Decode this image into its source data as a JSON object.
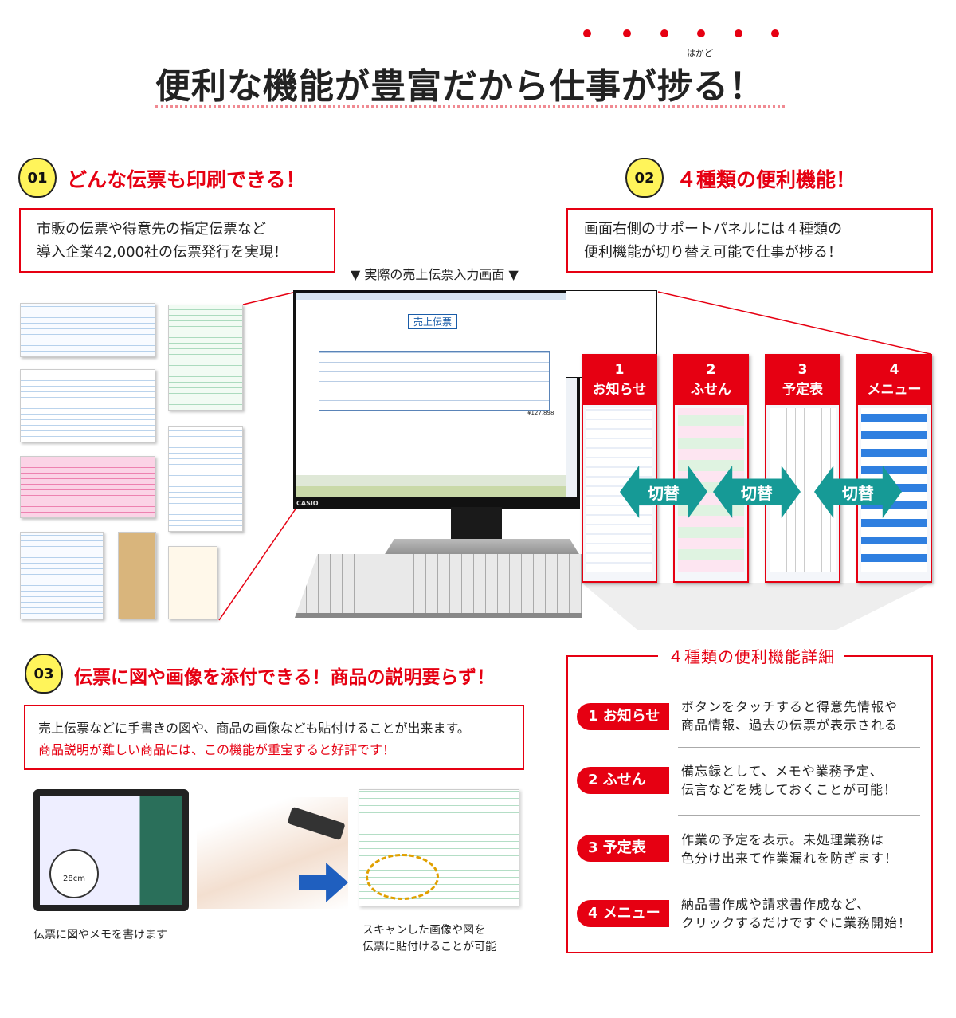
{
  "header": {
    "title": "便利な機能が豊富だから仕事が捗る！",
    "ruby": "はかど"
  },
  "section1": {
    "number": "01",
    "title": "どんな伝票も印刷できる！",
    "lines": [
      "市販の伝票や得意先の指定伝票など",
      "導入企業42,000社の伝票発行を実現！"
    ]
  },
  "section2": {
    "number": "02",
    "title": "４種類の便利機能！",
    "lines": [
      "画面右側のサポートパネルには４種類の",
      "便利機能が切り替え可能で仕事が捗る！"
    ]
  },
  "screen_caption": "▼ 実際の売上伝票入力画面 ▼",
  "monitor": {
    "brand": "CASIO",
    "slip_title": "売上伝票",
    "total": "¥127,898"
  },
  "panels": [
    {
      "number": "1",
      "label": "お知らせ"
    },
    {
      "number": "2",
      "label": "ふせん"
    },
    {
      "number": "3",
      "label": "予定表"
    },
    {
      "number": "4",
      "label": "メニュー"
    }
  ],
  "switch_label": "切替",
  "section3": {
    "number": "03",
    "title": "伝票に図や画像を添付できる！商品の説明要らず！",
    "line1": "売上伝票などに手書きの図や、商品の画像なども貼付けることが出来ます。",
    "line2": "商品説明が難しい商品には、この機能が重宝すると好評です！"
  },
  "image_captions": {
    "tablet": "伝票に図やメモを書けます",
    "scan1": "スキャンした画像や図を",
    "scan2": "伝票に貼付けることが可能",
    "memo": "28cm"
  },
  "details": {
    "title": "４種類の便利機能詳細",
    "items": [
      {
        "label": "1 お知らせ",
        "line1": "ボタンをタッチすると得意先情報や",
        "line2": "商品情報、過去の伝票が表示される"
      },
      {
        "label": "2 ふせん",
        "line1": "備忘録として、メモや業務予定、",
        "line2": "伝言などを残しておくことが可能！"
      },
      {
        "label": "3 予定表",
        "line1": "作業の予定を表示。未処理業務は",
        "line2": "色分け出来て作業漏れを防ぎます！"
      },
      {
        "label": "4 メニュー",
        "line1": "納品書作成や請求書作成など、",
        "line2": "クリックするだけですぐに業務開始！"
      }
    ]
  },
  "colors": {
    "accent": "#e60012",
    "badge": "#fff45a",
    "teal": "#169a96",
    "blue": "#1f5fbf"
  }
}
